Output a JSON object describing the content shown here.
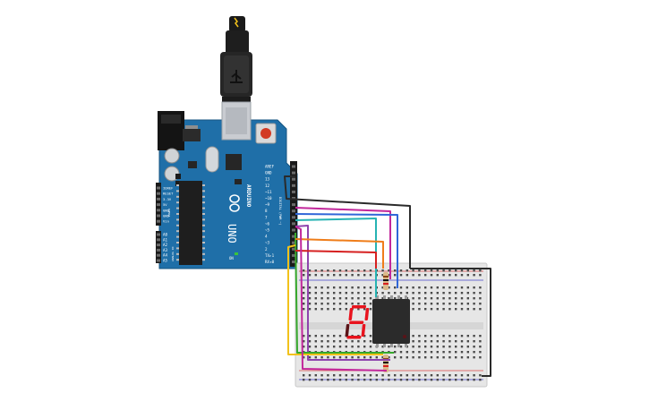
{
  "board": {
    "logo_text": "UNO",
    "brand_text": "ARDUINO",
    "on_label": "ON",
    "digital_section_label": "DIGITAL (PWM ~)",
    "power_section_label": "POWER",
    "analog_section_label": "ANALOG IN",
    "top_header_labels": [
      "AREF",
      "GND",
      "13",
      "12",
      "~11",
      "~10",
      "~9",
      "8",
      "7",
      "~6",
      "~5",
      "4",
      "~3",
      "2",
      "TX▸1",
      "RX◂0"
    ],
    "power_header_labels": [
      "IOREF",
      "RESET",
      "3.3V",
      "5V",
      "GND",
      "GND",
      "Vin"
    ],
    "analog_header_labels": [
      "A0",
      "A1",
      "A2",
      "A3",
      "A4",
      "A5"
    ]
  },
  "display": {
    "digit": "9",
    "segment_color": "#e8141e",
    "body_color": "#2b2b2b"
  },
  "wire_colors": {
    "black": "#2a2a2a",
    "magenta": "#c2279b",
    "blue": "#2f66d8",
    "teal": "#26b3b3",
    "purple": "#8e44ad",
    "green": "#36a82c",
    "orange": "#ef7d1a",
    "red": "#d62020",
    "yellow": "#f2c21b"
  },
  "colors": {
    "board_blue": "#1f6fa8",
    "breadboard": "#e6e6e6"
  }
}
